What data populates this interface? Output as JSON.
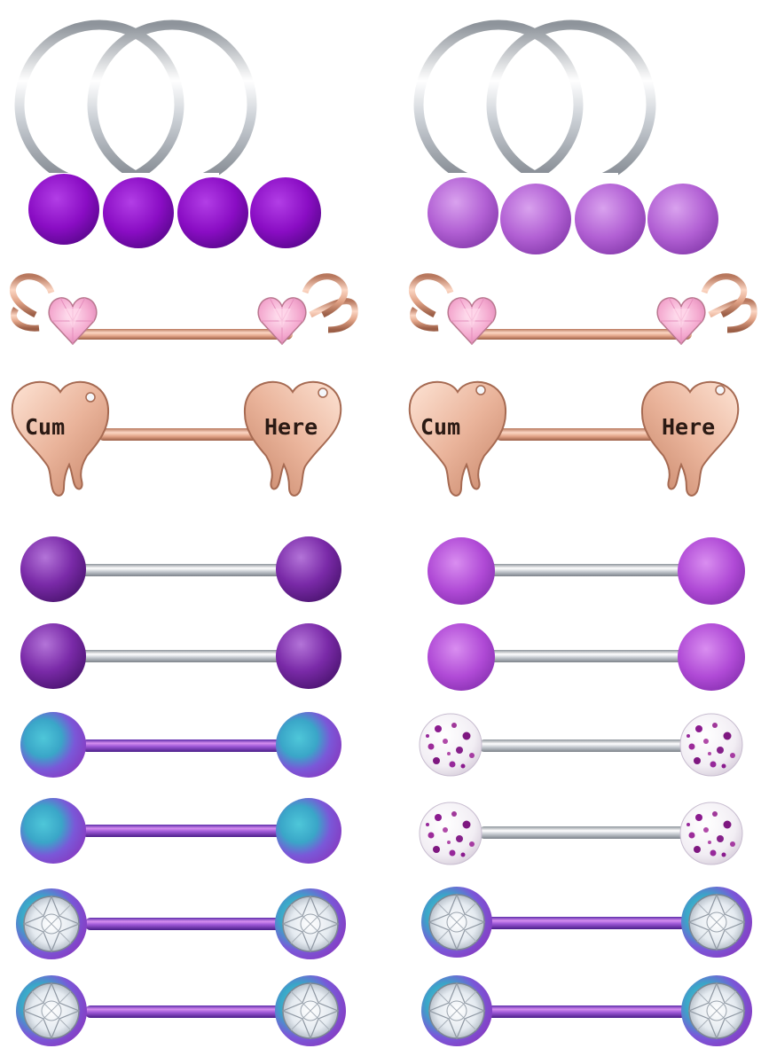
{
  "product_photo": {
    "background": "#ffffff",
    "engraving": {
      "left": "Cum",
      "right": "Here"
    },
    "colors": {
      "silver": "#cfd3d8",
      "rose_gold": "#e5a88e",
      "purple_ball": "#8f10c8",
      "lavender_ball": "#b566d6",
      "pearl_purple": "#7a2aa8",
      "pink_gem": "#f4b6d6",
      "anodized": "#8a5cd6",
      "crystal": "#eef3f8"
    },
    "items": [
      {
        "left": "horseshoe-ring-purple",
        "right": "horseshoe-ring-lavender"
      },
      {
        "left": "heart-gem-barbell-rose-gold",
        "right": "heart-gem-barbell-rose-gold"
      },
      {
        "left": "engraved-heart-barbell-rose-gold",
        "right": "engraved-heart-barbell-rose-gold"
      },
      {
        "left": "pearl-ball-barbell-purple",
        "right": "uv-ball-barbell-lavender"
      },
      {
        "left": "pearl-ball-barbell-purple",
        "right": "uv-ball-barbell-lavender"
      },
      {
        "left": "anodized-ball-barbell-rainbow",
        "right": "glitter-ball-barbell-clear"
      },
      {
        "left": "anodized-ball-barbell-rainbow",
        "right": "glitter-ball-barbell-clear"
      },
      {
        "left": "crystal-barbell-rainbow",
        "right": "crystal-barbell-rainbow"
      },
      {
        "left": "crystal-barbell-rainbow",
        "right": "crystal-barbell-rainbow"
      }
    ]
  }
}
